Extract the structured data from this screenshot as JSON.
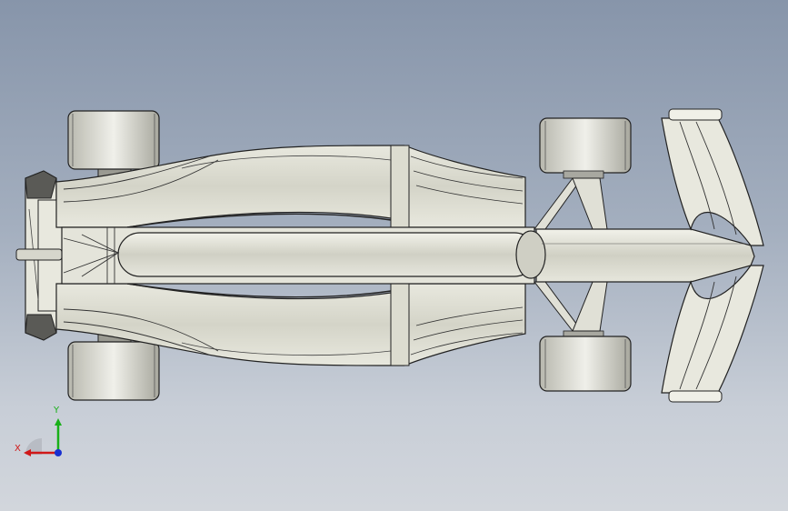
{
  "viewport": {
    "background_top": "#8795aa",
    "background_bottom": "#d2d6dc"
  },
  "model": {
    "icon": "formula-car-top-view",
    "body_color": "#e2e2d6",
    "edge_color": "#1a1a1a"
  },
  "triad": {
    "x_label": "X",
    "y_label": "Y",
    "x_color": "#d01818",
    "y_color": "#18b018",
    "z_color": "#1830d0"
  }
}
